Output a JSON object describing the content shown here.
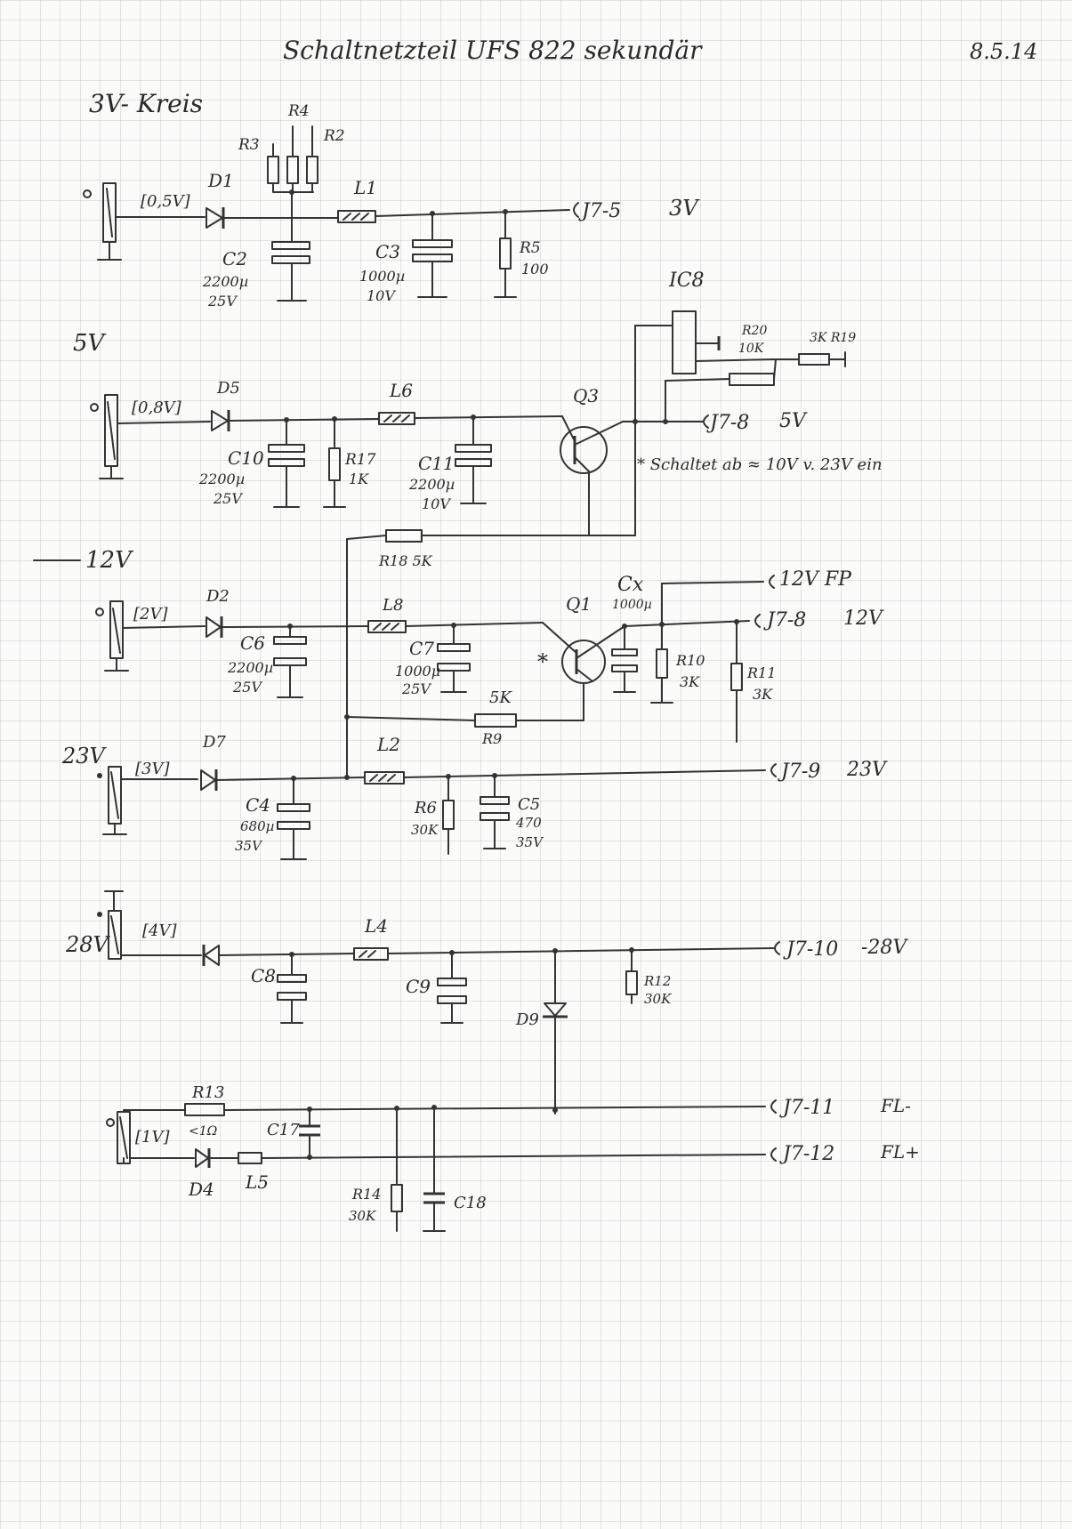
{
  "header": {
    "title": "Schaltnetzteil UFS 822 sekundär",
    "date": "8.5.14"
  },
  "sections": {
    "v3": "3V- Kreis",
    "v5": "5V",
    "v12": "12V",
    "v23": "23V",
    "v28": "28V"
  },
  "inputs": {
    "v3": "[0,5V]",
    "v5": "[0,8V]",
    "v12": "[2V]",
    "v23": "[3V]",
    "v28": "[4V]",
    "fl": "[1V]"
  },
  "components": {
    "D1": "D1",
    "D5": "D5",
    "D2": "D2",
    "D7": "D7",
    "D4": "D4",
    "D9": "D9",
    "R2": "R2",
    "R3": "R3",
    "R4": "R4",
    "R5": "R5",
    "R5_val": "100",
    "R17": "R17",
    "R17_val": "1K",
    "R18": "R18 5K",
    "R9": "R9",
    "R9_val": "5K",
    "R10": "R10",
    "R10_val": "3K",
    "R11": "R11",
    "R11_val": "3K",
    "R6": "R6",
    "R6_val": "30K",
    "R12": "R12",
    "R12_val": "30K",
    "R13": "R13",
    "R13_val": "<1Ω",
    "R14": "R14",
    "R14_val": "30K",
    "R19": "3K R19",
    "R20": "R20",
    "R20_val": "10K",
    "L1": "L1",
    "L6": "L6",
    "L8": "L8",
    "L2": "L2",
    "L4": "L4",
    "L5": "L5",
    "C2": "C2",
    "C2_val1": "2200µ",
    "C2_val2": "25V",
    "C3": "C3",
    "C3_val1": "1000µ",
    "C3_val2": "10V",
    "C10": "C10",
    "C10_val1": "2200µ",
    "C10_val2": "25V",
    "C11": "C11",
    "C11_val1": "2200µ",
    "C11_val2": "10V",
    "C6": "C6",
    "C6_val1": "2200µ",
    "C6_val2": "25V",
    "C7": "C7",
    "C7_val1": "1000µ",
    "C7_val2": "25V",
    "Cx": "Cx",
    "Cx_val": "1000µ",
    "C4": "C4",
    "C4_val1": "680µ",
    "C4_val2": "35V",
    "C5": "C5",
    "C5_val1": "470",
    "C5_val2": "35V",
    "C8": "C8",
    "C9": "C9",
    "C17": "C17",
    "C18": "C18",
    "Q1": "Q1",
    "Q3": "Q3",
    "IC8": "IC8",
    "star": "*"
  },
  "outputs": {
    "j7_5": "J7-5",
    "j7_5_v": "3V",
    "j7_8a": "J7-8",
    "j7_8a_v": "5V",
    "fp": "12V FP",
    "j7_8b": "J7-8",
    "j7_8b_v": "12V",
    "j7_9": "J7-9",
    "j7_9_v": "23V",
    "j7_10": "J7-10",
    "j7_10_v": "-28V",
    "j7_11": "J7-11",
    "j7_11_v": "FL-",
    "j7_12": "J7-12",
    "j7_12_v": "FL+"
  },
  "note": "* Schaltet ab ≈ 10V v. 23V ein"
}
